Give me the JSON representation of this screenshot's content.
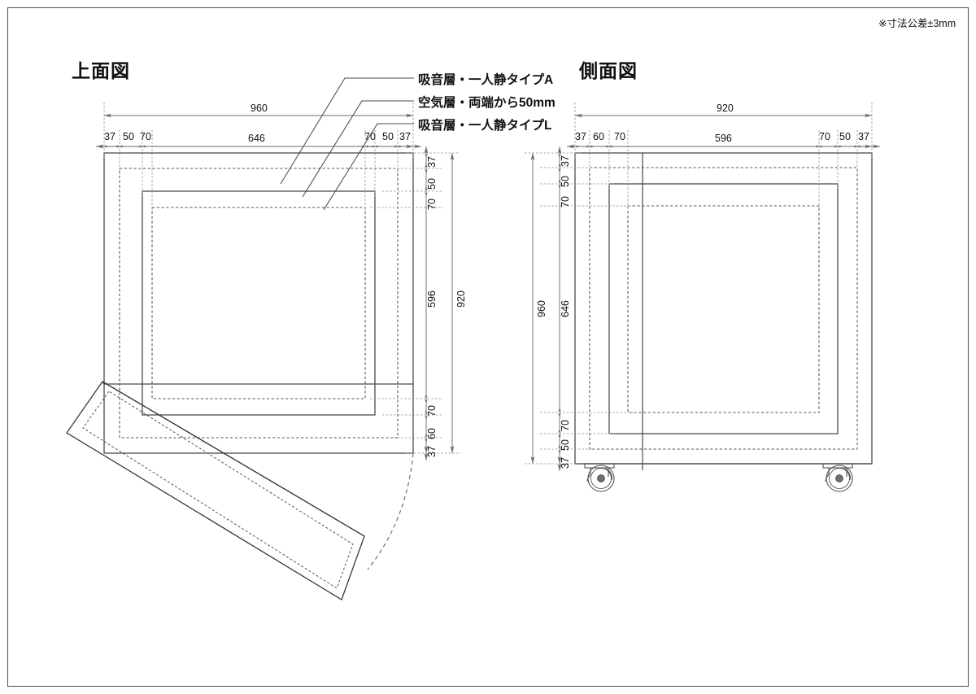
{
  "sheet": {
    "tolerance_note": "※寸法公差±3mm",
    "border": true
  },
  "views": {
    "top": {
      "title": "上面図",
      "overall_width": "960",
      "overall_height": "920",
      "width_chain": [
        "37",
        "50",
        "70",
        "646",
        "70",
        "50",
        "37"
      ],
      "height_chain": [
        "37",
        "50",
        "70",
        "596",
        "70",
        "60",
        "37"
      ],
      "inner_width": "646",
      "inner_height": "596"
    },
    "side": {
      "title": "側面図",
      "overall_width": "920",
      "overall_height": "960",
      "width_chain": [
        "37",
        "60",
        "70",
        "596",
        "70",
        "50",
        "37"
      ],
      "height_chain": [
        "37",
        "50",
        "70",
        "646",
        "70",
        "50",
        "37"
      ],
      "inner_width": "596",
      "inner_height": "646"
    }
  },
  "callouts": [
    {
      "id": "absorb-a",
      "label": "吸音層・一人静タイプA"
    },
    {
      "id": "air-gap",
      "label": "空気層・両端から50mm"
    },
    {
      "id": "absorb-l",
      "label": "吸音層・一人静タイプL"
    }
  ],
  "dimension_values": {
    "top_w_total": "960",
    "top_h_total": "920",
    "top_w_mid": "646",
    "top_h_mid": "596",
    "side_w_total": "920",
    "side_h_total": "960",
    "side_w_mid": "596",
    "side_h_mid": "646",
    "t37": "37",
    "t50": "50",
    "t60": "60",
    "t70": "70"
  },
  "colors": {
    "line": "#4a4a4a",
    "line_dark": "#333333",
    "dim_line": "#6b6b6b",
    "text": "#111111",
    "background": "#ffffff",
    "border": "#5a5a5a"
  },
  "components": {
    "door_panel": "swinging-door-panel",
    "swing_arc": "door-swing-arc",
    "casters": [
      "caster-left",
      "caster-right"
    ]
  }
}
